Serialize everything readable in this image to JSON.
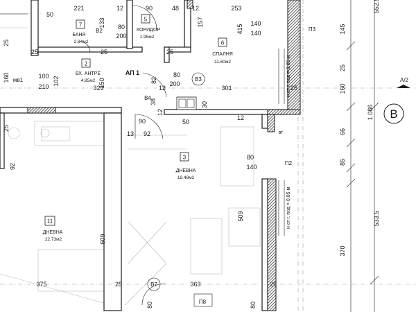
{
  "rooms": [
    {
      "id": "7",
      "name": "БАНЯ",
      "area": "2.84м2"
    },
    {
      "id": "5",
      "name": "КОРИДОР",
      "area": "1.95м2"
    },
    {
      "id": "6",
      "name": "СПАЛНЯ",
      "area": "11.60м2"
    },
    {
      "id": "2",
      "name": "ВХ. АНТРЕ",
      "area": "4.85м2"
    },
    {
      "id": "3",
      "name": "ДНЕВНА",
      "area": "18.48м2"
    },
    {
      "id": "11",
      "name": "ДНЕВНА",
      "area": "22.73м2"
    }
  ],
  "unit_label": "АП 1",
  "openings": [
    "B2",
    "B3",
    "B4",
    "B7",
    "П2",
    "П3",
    "П8",
    "мв1",
    "вт"
  ],
  "dimensions": [
    "221",
    "12",
    "48",
    "12",
    "253",
    "552.5",
    "50",
    "133",
    "157",
    "140",
    "140",
    "145",
    "90",
    "80",
    "200",
    "415",
    "25",
    "25",
    "25",
    "25",
    "25",
    "160",
    "100",
    "102",
    "210",
    "150",
    "323",
    "82",
    "80",
    "200",
    "301",
    "12",
    "25",
    "160",
    "1 086",
    "38",
    "30",
    "12",
    "90",
    "50",
    "12",
    "66",
    "13",
    "92",
    "25",
    "80",
    "140",
    "85",
    "92",
    "509",
    "609",
    "533.5",
    "375",
    "25",
    "363",
    "25",
    "370",
    "80",
    "80"
  ],
  "notes": [
    "н от г. под = 0,85 м",
    "н от г. под = 0,85 м"
  ],
  "axis": {
    "section": "A/2",
    "grid": "B"
  }
}
